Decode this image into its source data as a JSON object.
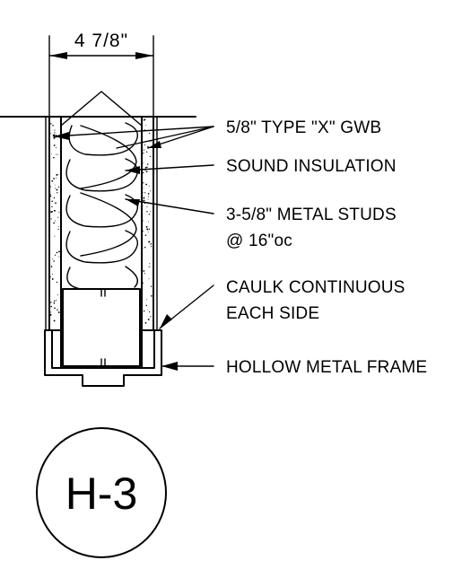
{
  "dimension": {
    "text": "4 7/8\""
  },
  "callouts": [
    {
      "id": "gwb",
      "lines": [
        "5/8\" TYPE \"X\" GWB"
      ]
    },
    {
      "id": "insulation",
      "lines": [
        "SOUND INSULATION"
      ]
    },
    {
      "id": "studs",
      "lines": [
        "3-5/8\" METAL STUDS",
        "@ 16\"oc"
      ]
    },
    {
      "id": "caulk",
      "lines": [
        "CAULK CONTINUOUS",
        "EACH SIDE"
      ]
    },
    {
      "id": "frame",
      "lines": [
        "HOLLOW METAL FRAME"
      ]
    }
  ],
  "detail_tag": {
    "text": "H-3"
  }
}
